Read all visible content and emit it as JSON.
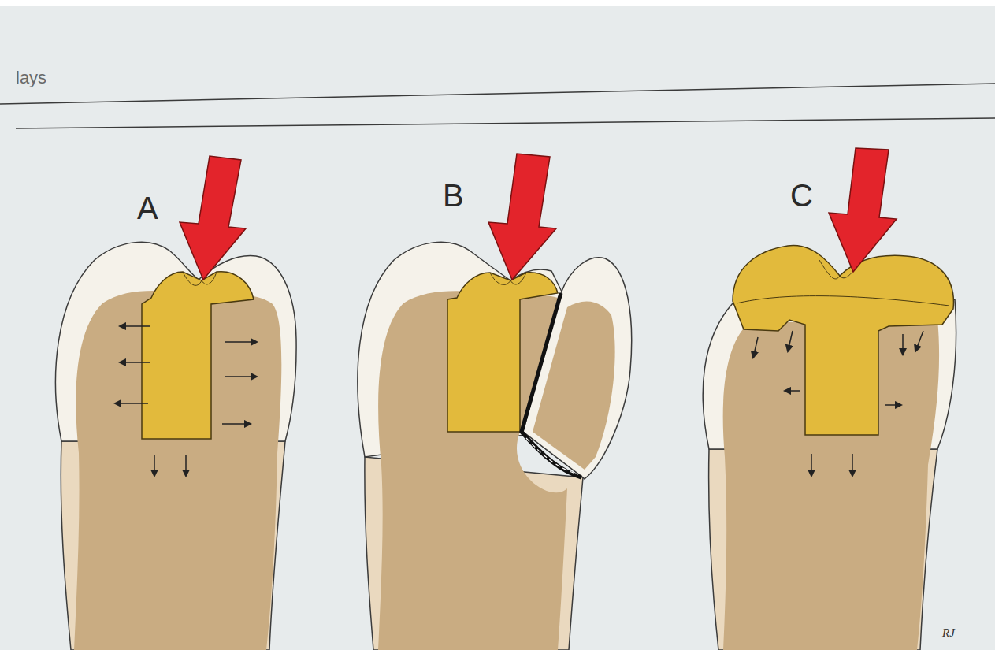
{
  "diagram": {
    "labels": [
      "lays",
      "A",
      "B",
      "C",
      "RJ"
    ]
  }
}
